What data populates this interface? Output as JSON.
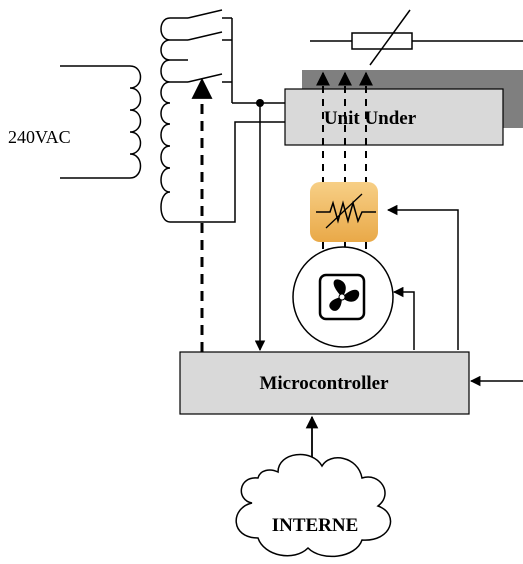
{
  "labels": {
    "voltage": "240VAC",
    "unit_under": "Unit Under",
    "microcontroller": "Microcontroller",
    "cloud": "INTERNE"
  },
  "colors": {
    "line": "#000000",
    "box_fill": "#d9d9d9",
    "shadow": "#7f7f7f",
    "heater_fill": "#f0b860",
    "background": "#ffffff"
  },
  "icons": {
    "heater": "heater-icon",
    "fan": "fan-icon",
    "variable_resistor": "variable-resistor-icon",
    "cloud": "cloud-icon",
    "relay": "relay-switch-icon"
  }
}
